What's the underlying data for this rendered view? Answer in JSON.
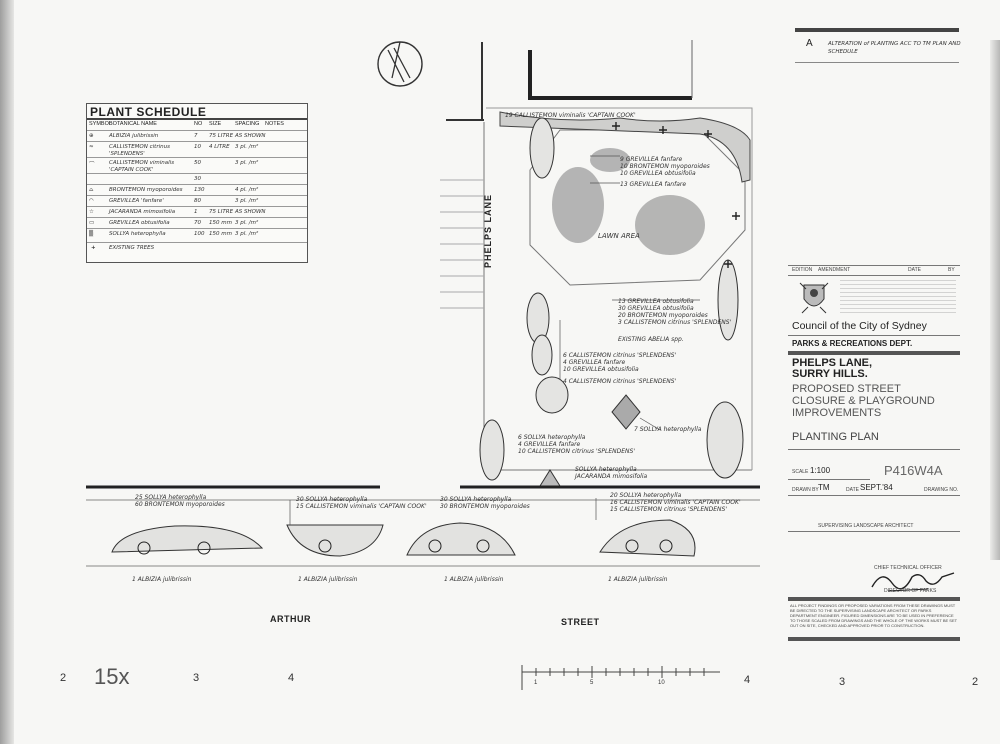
{
  "revision": {
    "letter": "A",
    "text": "ALTERATION of PLANTING ACC TO TM PLAN AND SCHEDULE"
  },
  "schedule": {
    "title": "PLANT SCHEDULE",
    "headers": [
      "SYMBOL",
      "BOTANICAL NAME",
      "NO",
      "SIZE",
      "SPACING",
      "NOTES"
    ],
    "rows": [
      {
        "name": "ALBIZIA julibrissin",
        "no": "7",
        "size": "75 LITRE",
        "spacing": "AS SHOWN"
      },
      {
        "name": "CALLISTEMON citrinus 'SPLENDENS'",
        "no": "10",
        "size": "4 LITRE",
        "spacing": "3 pl. /m²"
      },
      {
        "name": "CALLISTEMON viminalis 'CAPTAIN COOK'",
        "no": "50",
        "size": "",
        "spacing": "3 pl. /m²"
      },
      {
        "name": "",
        "no": "30",
        "size": "",
        "spacing": ""
      },
      {
        "name": "BRONTEMON myoporoides",
        "no": "130",
        "size": "",
        "spacing": "4 pl. /m²"
      },
      {
        "name": "GREVILLEA 'fanfare'",
        "no": "80",
        "size": "",
        "spacing": "3 pl. /m²"
      },
      {
        "name": "JACARANDA mimosifolia",
        "no": "1",
        "size": "75 LITRE",
        "spacing": "AS SHOWN"
      },
      {
        "name": "GREVILLEA obtusifolia",
        "no": "70",
        "size": "150 mm",
        "spacing": "3 pl. /m²"
      },
      {
        "name": "SOLLYA heterophylla",
        "no": "100",
        "size": "150 mm",
        "spacing": "3 pl. /m²"
      },
      {
        "name": "EXISTING TREES",
        "no": "",
        "size": "",
        "spacing": ""
      }
    ]
  },
  "drawing": {
    "lane_label": "PHELPS LANE",
    "lawn_label": "LAWN AREA",
    "street_left": "ARTHUR",
    "street_right": "STREET",
    "callouts_top": [
      "19 CALLISTEMON viminalis 'CAPTAIN COOK'",
      "9 GREVILLEA fanfare",
      "10 BRONTEMON myoporoides",
      "10 GREVILLEA obtusifolia",
      "13 GREVILLEA fanfare"
    ],
    "callouts_right": [
      "13 GREVILLEA obtusifolia",
      "30 GREVILLEA obtusifolia",
      "20 BRONTEMON myoporoides",
      "3 CALLISTEMON citrinus 'SPLENDENS'",
      "EXISTING ABELIA spp."
    ],
    "callouts_left": [
      "6 CALLISTEMON citrinus 'SPLENDENS'",
      "4 GREVILLEA fanfare",
      "10 GREVILLEA obtusifolia",
      "4 CALLISTEMON citrinus 'SPLENDENS'"
    ],
    "callout_sollya": "7 SOLLYA heterophylla",
    "callouts_lower": [
      "6 SOLLYA heterophylla",
      "4 GREVILLEA fanfare",
      "10 CALLISTEMON citrinus 'SPLENDENS'"
    ],
    "callouts_jacaranda": [
      "SOLLYA heterophylla",
      "JACARANDA mimosifolia"
    ],
    "beds": [
      [
        "25 SOLLYA heterophylla",
        "60 BRONTEMON myoporoides"
      ],
      [
        "30 SOLLYA heterophylla",
        "15 CALLISTEMON viminalis 'CAPTAIN COOK'"
      ],
      [
        "30 SOLLYA heterophylla",
        "30 BRONTEMON myoporoides"
      ],
      [
        "20 SOLLYA heterophylla",
        "16 CALLISTEMON viminalis 'CAPTAIN COOK'",
        "15 CALLISTEMON citrinus 'SPLENDENS'"
      ]
    ],
    "bed_trees": [
      "1 ALBIZIA julibrissin",
      "1 ALBIZIA julibrissin",
      "1 ALBIZIA julibrissin",
      "1 ALBIZIA julibrissin"
    ]
  },
  "title_block": {
    "header_cols": [
      "EDITION",
      "AMENDMENT",
      "DATE",
      "BY"
    ],
    "council": "Council of the City of Sydney",
    "dept": "PARKS & RECREATIONS DEPT.",
    "project_1": "PHELPS LANE,",
    "project_2": "SURRY HILLS.",
    "desc_1": "PROPOSED STREET",
    "desc_2": "CLOSURE & PLAYGROUND",
    "desc_3": "IMPROVEMENTS",
    "plan_title": "PLANTING PLAN",
    "scale_label": "SCALE",
    "scale_value": "1:100",
    "drawing_no": "P416W4A",
    "drawn_label": "DRAWN BY",
    "drawn_value": "TM",
    "date_label": "DATE",
    "date_value": "SEPT.'84",
    "drawing_no_label": "DRAWING NO.",
    "sup_landscape": "SUPERVISING LANDSCAPE ARCHITECT",
    "chief_tech": "CHIEF TECHNICAL OFFICER",
    "director": "DIRECTOR OF PARKS",
    "note": "ALL PROJECT FINDINGS OR PROPOSED VARIATIONS FROM THESE DRAWINGS MUST BE DIRECTED TO THE SUPERVISING LANDSCAPE ARCHITECT OR PARKS DEPARTMENT ENGINEER. FIGURED DIMENSIONS ARE TO BE USED IN PREFERENCE TO THOSE SCALED FROM DRAWINGS AND THE WHOLE OF THE WORKS MUST BE SET OUT ON SITE, CHECKED AND APPROVED PRIOR TO CONSTRUCTION."
  },
  "margin": {
    "left_marks": [
      "2",
      "15x",
      "3",
      "4"
    ],
    "right_marks": [
      "4",
      "3",
      "2"
    ],
    "ruler_ticks": [
      "1",
      "5",
      "10"
    ]
  }
}
